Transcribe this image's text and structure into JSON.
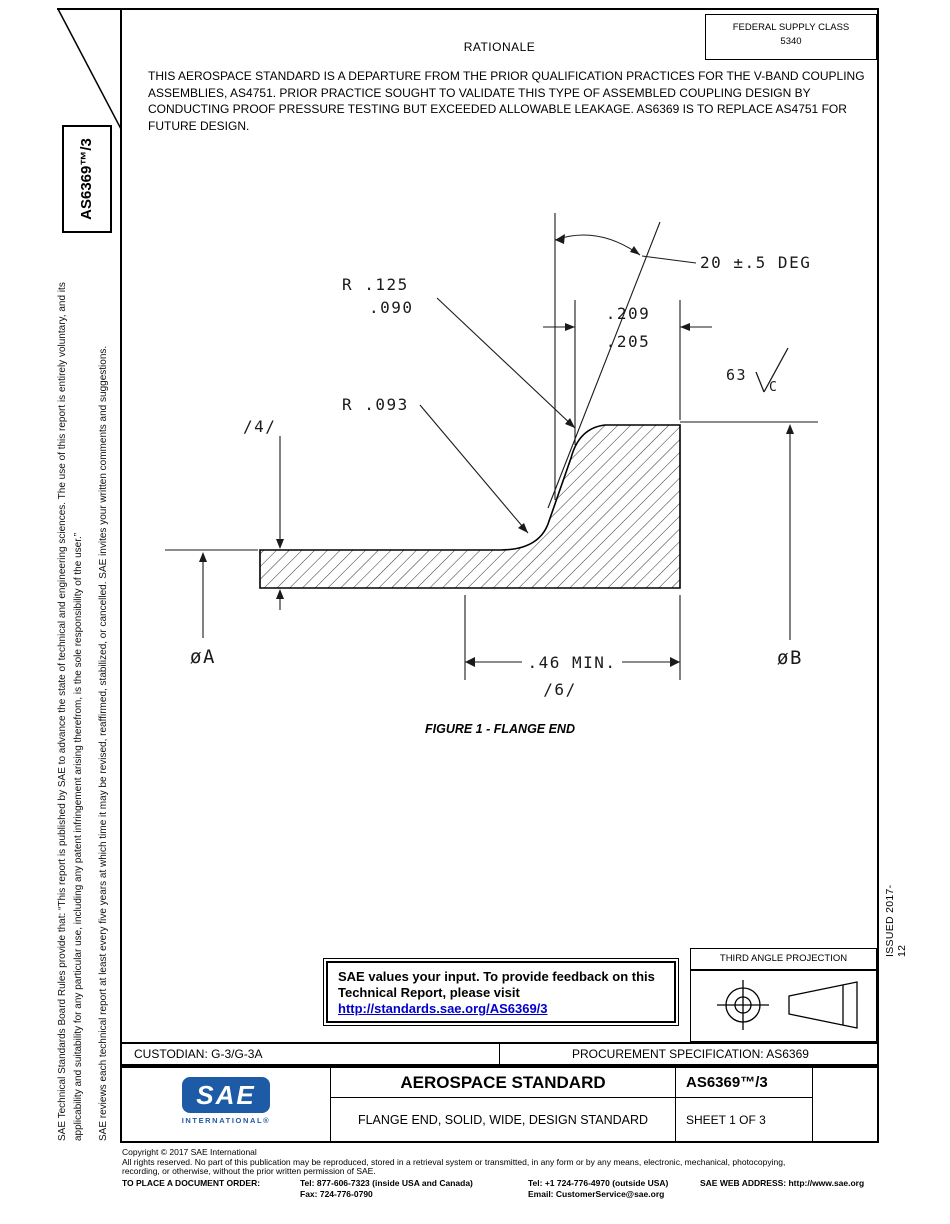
{
  "header": {
    "federal_supply_class_label": "FEDERAL SUPPLY CLASS",
    "federal_supply_class_value": "5340",
    "rationale_title": "RATIONALE",
    "rationale_body": "THIS AEROSPACE STANDARD IS A DEPARTURE FROM THE PRIOR QUALIFICATION PRACTICES FOR THE V-BAND COUPLING ASSEMBLIES, AS4751.  PRIOR PRACTICE SOUGHT TO VALIDATE THIS TYPE OF ASSEMBLED COUPLING DESIGN BY CONDUCTING PROOF PRESSURE TESTING BUT EXCEEDED ALLOWABLE LEAKAGE.  AS6369 IS TO REPLACE AS4751 FOR FUTURE DESIGN."
  },
  "left_margin": {
    "document_id": "AS6369™/3",
    "disclaimer_board_rules": "SAE Technical Standards Board Rules provide that: “This report is published by SAE to advance the state of technical and engineering sciences. The use of this report is entirely voluntary, and its applicability and suitability for any particular use, including any patent infringement arising therefrom, is the sole responsibility of the user.”",
    "disclaimer_review": "SAE reviews each technical report at least every five years at which time it may be revised, reaffirmed, stabilized, or cancelled. SAE invites your written comments and suggestions."
  },
  "right_margin": {
    "issued": "ISSUED 2017-12"
  },
  "figure": {
    "caption": "FIGURE 1 - FLANGE END",
    "dimensions": {
      "angle": "20 ±.5 DEG",
      "radius_upper_line1": "R .125",
      "radius_upper_line2": ".090",
      "width_upper": ".209",
      "width_lower": ".205",
      "surface_finish_value": "63",
      "surface_finish_datum": "C",
      "radius_lower": "R .093",
      "note_flag_4": "/4/",
      "diameter_a": "øA",
      "min_length": ".46 MIN.",
      "note_flag_6": "/6/",
      "diameter_b": "øB"
    }
  },
  "feedback": {
    "message_line1": "SAE values your input. To provide feedback on this",
    "message_line2": "Technical Report, please visit",
    "link": "http://standards.sae.org/AS6369/3"
  },
  "projection": {
    "label": "THIRD ANGLE PROJECTION"
  },
  "title_block": {
    "custodian": "CUSTODIAN: G-3/G-3A",
    "procurement": "PROCUREMENT SPECIFICATION: AS6369",
    "logo_text": "SAE",
    "logo_subtext": "INTERNATIONAL®",
    "document_type": "AEROSPACE STANDARD",
    "document_title": "FLANGE END, SOLID, WIDE, DESIGN STANDARD",
    "document_number": "AS6369™/3",
    "sheet": "SHEET 1 OF 3"
  },
  "footer": {
    "copyright": "Copyright © 2017 SAE International",
    "rights_line1": "All rights reserved. No part of this publication may be reproduced, stored in a retrieval system or transmitted, in any form or by any means, electronic, mechanical, photocopying,",
    "rights_line2": "recording, or otherwise, without the prior written permission of SAE.",
    "order_label": "TO PLACE A DOCUMENT ORDER:",
    "phone_inside": "Tel: 877-606-7323 (inside USA and Canada)",
    "fax": "Fax: 724-776-0790",
    "phone_outside": "Tel: +1 724-776-4970 (outside USA)",
    "email": "Email: CustomerService@sae.org",
    "web": "SAE WEB ADDRESS: http://www.sae.org"
  },
  "colors": {
    "link_blue": "#0000cc",
    "sae_blue": "#1d5ba6"
  }
}
